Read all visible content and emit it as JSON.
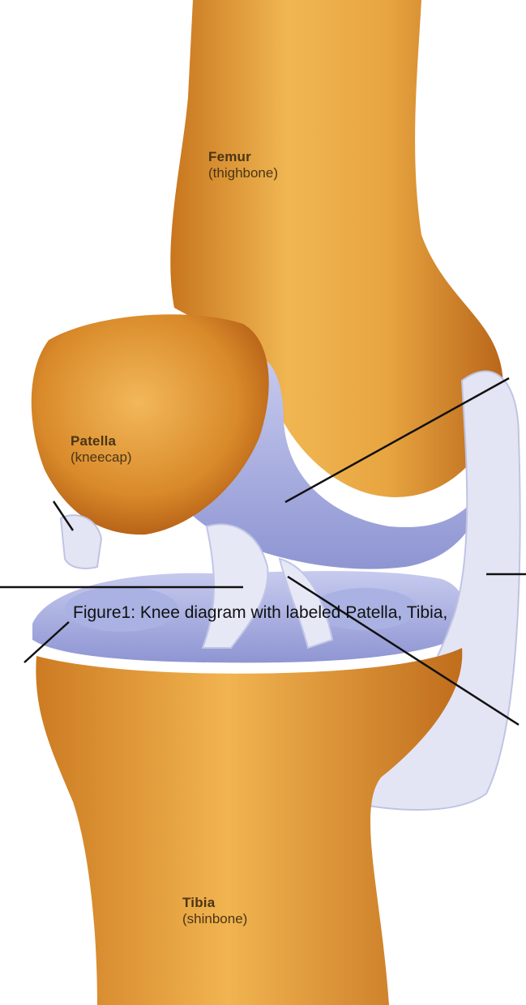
{
  "labels": {
    "femur": {
      "name": "Femur",
      "sub": "(thighbone)"
    },
    "patella": {
      "name": "Patella",
      "sub": "(kneecap)"
    },
    "tibia": {
      "name": "Tibia",
      "sub": "(shinbone)"
    }
  },
  "caption": "Figure1: Knee diagram with labeled Patella, Tibia,",
  "colors": {
    "bone": "#d98c2e",
    "bone_highlight": "#f3c062",
    "cartilage": "#b8bde6",
    "ligament": "#e3e5f5",
    "leader_line": "#111111"
  }
}
